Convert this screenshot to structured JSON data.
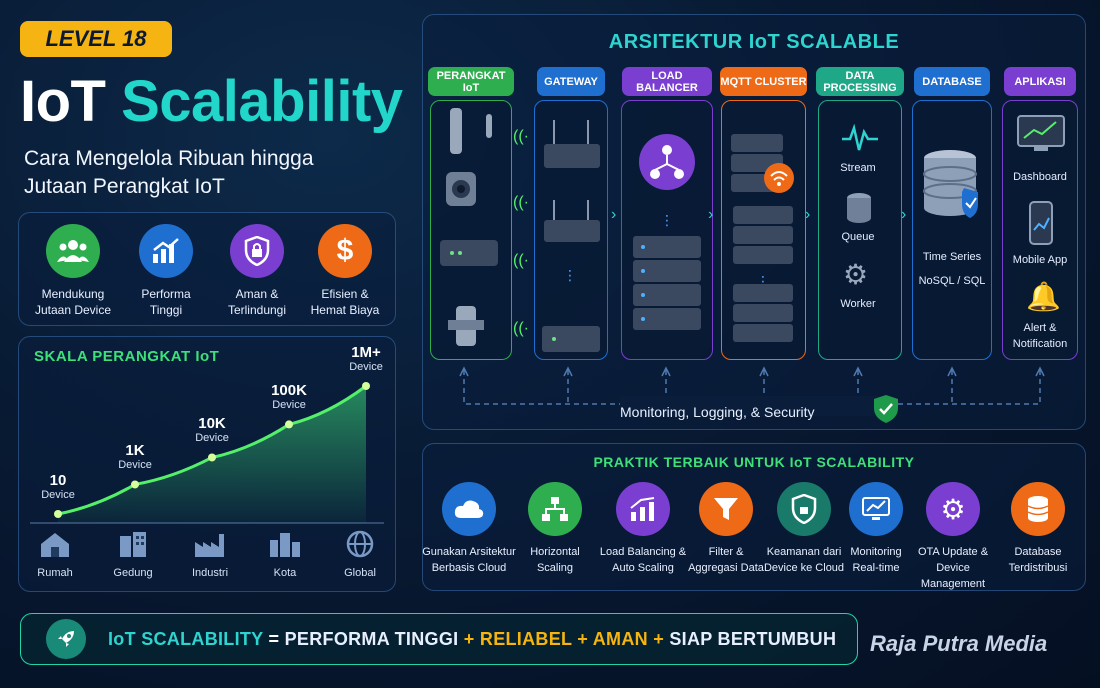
{
  "header": {
    "level": "LEVEL 18",
    "title_main": "IoT",
    "title_accent": "Scalability",
    "subtitle_line1": "Cara Mengelola Ribuan hingga",
    "subtitle_line2": "Jutaan Perangkat IoT"
  },
  "benefits": [
    {
      "line1": "Mendukung",
      "line2": "Jutaan Device",
      "color": "#2fae4f",
      "icon": "users-icon"
    },
    {
      "line1": "Performa",
      "line2": "Tinggi",
      "color": "#1f6fd1",
      "icon": "chart-up-icon"
    },
    {
      "line1": "Aman &",
      "line2": "Terlindungi",
      "color": "#7a3fd1",
      "icon": "shield-lock-icon"
    },
    {
      "line1": "Efisien &",
      "line2": "Hemat Biaya",
      "color": "#ee6a17",
      "icon": "dollar-icon"
    }
  ],
  "scale": {
    "title": "SKALA PERANGKAT IoT",
    "points": [
      {
        "value": "10",
        "unit": "Device",
        "category": "Rumah",
        "icon": "house-icon"
      },
      {
        "value": "1K",
        "unit": "Device",
        "category": "Gedung",
        "icon": "building-icon"
      },
      {
        "value": "10K",
        "unit": "Device",
        "category": "Industri",
        "icon": "factory-icon"
      },
      {
        "value": "100K",
        "unit": "Device",
        "category": "Kota",
        "icon": "city-icon"
      },
      {
        "value": "1M+",
        "unit": "Device",
        "category": "Global",
        "icon": "globe-icon"
      }
    ]
  },
  "architecture": {
    "title": "ARSITEKTUR IoT SCALABLE",
    "columns": [
      {
        "name": "PERANGKAT IoT",
        "color": "#2fae4f"
      },
      {
        "name": "GATEWAY",
        "color": "#1f6fd1"
      },
      {
        "name": "LOAD BALANCER",
        "color": "#7a3fd1"
      },
      {
        "name": "MQTT CLUSTER",
        "color": "#ee6a17"
      },
      {
        "name": "DATA PROCESSING",
        "color": "#1fa888"
      },
      {
        "name": "DATABASE",
        "color": "#1f6fd1"
      },
      {
        "name": "APLIKASI",
        "color": "#7a3fd1"
      }
    ],
    "processing": [
      "Stream",
      "Queue",
      "Worker"
    ],
    "database_line1": "Time Series",
    "database_line2": "NoSQL / SQL",
    "apps": [
      "Dashboard",
      "Mobile App",
      "Alert &",
      "Notification"
    ],
    "monitoring": "Monitoring, Logging, & Security"
  },
  "practices": {
    "title": "PRAKTIK TERBAIK UNTUK IoT SCALABILITY",
    "items": [
      {
        "line1": "Gunakan Arsitektur",
        "line2": "Berbasis Cloud",
        "color": "#1f6fd1",
        "icon": "cloud-icon"
      },
      {
        "line1": "Horizontal",
        "line2": "Scaling",
        "color": "#2fae4f",
        "icon": "network-icon"
      },
      {
        "line1": "Load Balancing &",
        "line2": "Auto Scaling",
        "color": "#7a3fd1",
        "icon": "balance-chart-icon"
      },
      {
        "line1": "Filter &",
        "line2": "Aggregasi Data",
        "color": "#ee6a17",
        "icon": "filter-icon"
      },
      {
        "line1": "Keamanan dari",
        "line2": "Device ke Cloud",
        "color": "#1fa888",
        "icon": "shield-icon"
      },
      {
        "line1": "Monitoring",
        "line2": "Real-time",
        "color": "#1f6fd1",
        "icon": "monitor-chart-icon"
      },
      {
        "line1": "OTA Update &",
        "line2": "Device Management",
        "color": "#7a3fd1",
        "icon": "gear-sync-icon"
      },
      {
        "line1": "Database",
        "line2": "Terdistribusi",
        "color": "#ee6a17",
        "icon": "database-icon"
      }
    ]
  },
  "footer": {
    "term": "IoT SCALABILITY",
    "eq": "=",
    "p1": "PERFORMA TINGGI",
    "plus": "+",
    "p2": "RELIABEL",
    "p3": "AMAN",
    "p4": "SIAP BERTUMBUH",
    "brand": "Raja Putra Media"
  },
  "chart_data": {
    "type": "line",
    "categories": [
      "Rumah",
      "Gedung",
      "Industri",
      "Kota",
      "Global"
    ],
    "values": [
      10,
      1000,
      10000,
      100000,
      1000000
    ],
    "labels": [
      "10",
      "1K",
      "10K",
      "100K",
      "1M+"
    ],
    "title": "SKALA PERANGKAT IoT",
    "ylabel": "Device",
    "yscale": "log",
    "grid": false
  }
}
